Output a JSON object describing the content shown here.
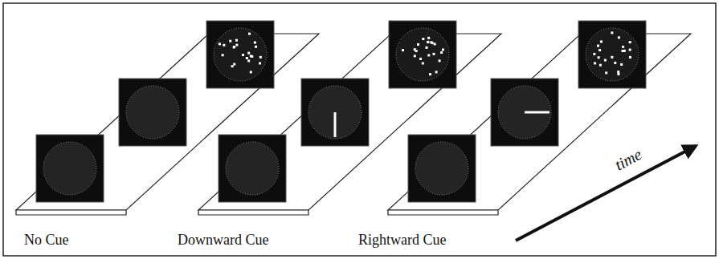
{
  "diagram": {
    "labels": [
      "No Cue",
      "Downward Cue",
      "Rightward Cue",
      "time"
    ]
  }
}
